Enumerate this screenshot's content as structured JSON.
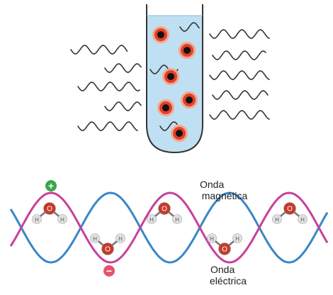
{
  "labels": {
    "magnetic_line1": "Onda",
    "magnetic_line2": "magnética",
    "electric_line1": "Onda",
    "electric_line2": "eléctrica",
    "plus_sign": "+",
    "minus_sign": "−"
  },
  "molecule": {
    "oxygen": "O",
    "hydrogen": "H"
  },
  "colors": {
    "magnetic_wave": "#3a86c8",
    "electric_wave": "#c8409a",
    "tube_liquid": "#bfe0f3",
    "particle_core": "#111111",
    "particle_ring": "#e0402a",
    "particle_glow": "#f7a58a",
    "plus_badge": "#3aa64a",
    "minus_badge": "#e0566e",
    "oxygen_atom": "#c43a2a",
    "hydrogen_atom": "#e3e3e3",
    "microwave_lines": "#333333"
  }
}
